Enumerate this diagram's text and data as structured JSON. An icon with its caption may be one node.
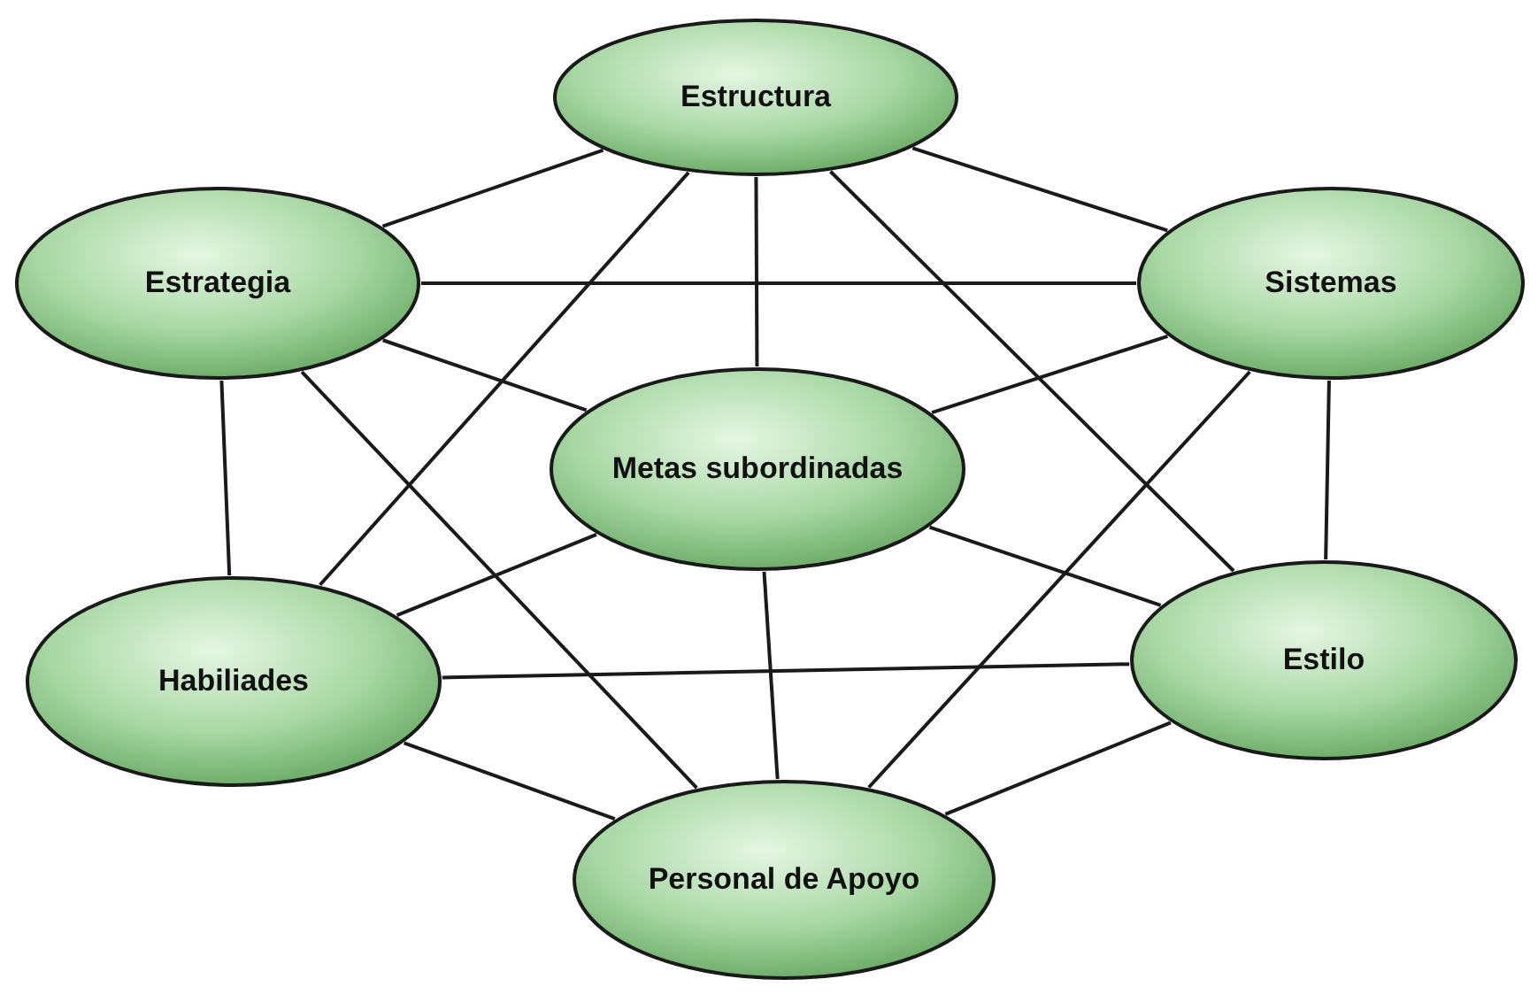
{
  "diagram": {
    "nodes": [
      {
        "text": [
          "Estructura"
        ]
      },
      {
        "text": [
          "Estrategia"
        ]
      },
      {
        "text": [
          "Sistemas"
        ]
      },
      {
        "text": [
          "Metas subordinadas"
        ]
      },
      {
        "text": [
          "Habiliades"
        ]
      },
      {
        "text": [
          "Estilo"
        ]
      },
      {
        "text": [
          "Personal de Apoyo"
        ]
      }
    ],
    "edges": [
      {
        "from": 0,
        "to": 1,
        "arrow": "none"
      },
      {
        "from": 0,
        "to": 2,
        "arrow": "none"
      },
      {
        "from": 0,
        "to": 3,
        "arrow": "none"
      },
      {
        "from": 0,
        "to": 4,
        "arrow": "none"
      },
      {
        "from": 0,
        "to": 5,
        "arrow": "none"
      },
      {
        "from": 1,
        "to": 2,
        "arrow": "none"
      },
      {
        "from": 1,
        "to": 3,
        "arrow": "none"
      },
      {
        "from": 1,
        "to": 4,
        "arrow": "none"
      },
      {
        "from": 1,
        "to": 6,
        "arrow": "none"
      },
      {
        "from": 2,
        "to": 3,
        "arrow": "none"
      },
      {
        "from": 2,
        "to": 5,
        "arrow": "none"
      },
      {
        "from": 2,
        "to": 6,
        "arrow": "none"
      },
      {
        "from": 3,
        "to": 4,
        "arrow": "none"
      },
      {
        "from": 3,
        "to": 5,
        "arrow": "none"
      },
      {
        "from": 3,
        "to": 6,
        "arrow": "none"
      },
      {
        "from": 4,
        "to": 5,
        "arrow": "none"
      },
      {
        "from": 4,
        "to": 6,
        "arrow": "none"
      },
      {
        "from": 5,
        "to": 6,
        "arrow": "none"
      }
    ]
  }
}
